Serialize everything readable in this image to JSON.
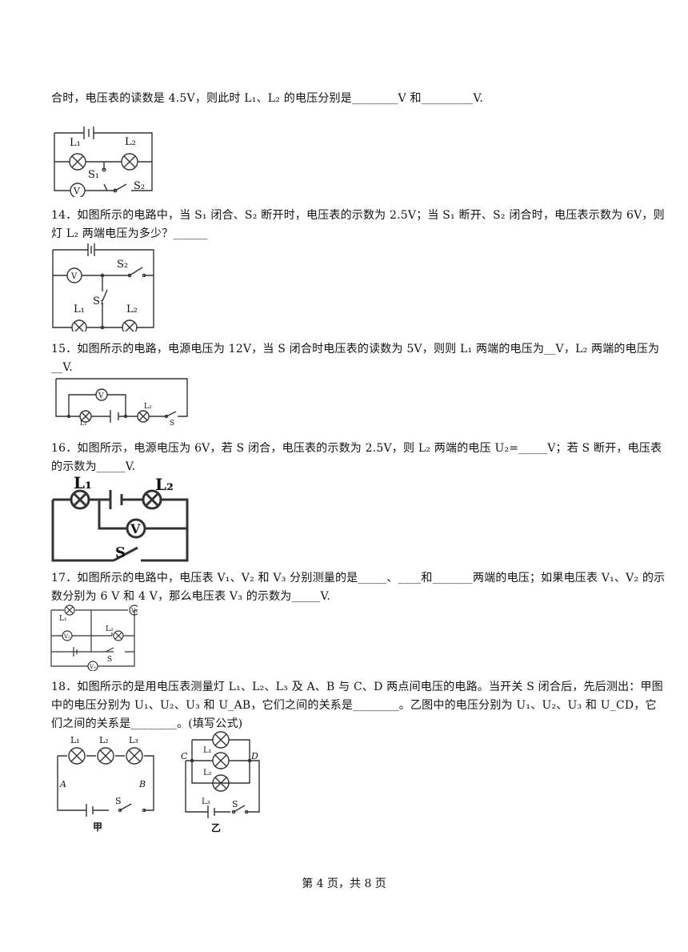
{
  "q13_tail": "合时，电压表的读数是 4.5V，则此时 L₁、L₂ 的电压分别是________V 和_________V.",
  "q14_text": "14．如图所示的电路中，当 S₁ 闭合、S₂ 断开时，电压表的示数为 2.5V；当 S₁ 断开、S₂ 闭合时，电压表示数为 6V，则灯 L₂ 两端电压为多少？______",
  "q15_text": "15．如图所示的电路，电源电压为 12V，当 S 闭合时电压表的读数为 5V，则则 L₁ 两端的电压为__V，L₂ 两端的电压为__V.",
  "q16_text": "16．如图所示，电源电压为 6V，若 S 闭合，电压表的示数为 2.5V，则 L₂ 两端的电压 U₂=_____V；若 S 断开，电压表的示数为_____V.",
  "q17_text": "17．如图所示的电路中，电压表 V₁、V₂ 和 V₃ 分别测量的是_____、____和_______两端的电压；如果电压表 V₁、V₂ 的示数分别为 6 V 和 4 V，那么电压表 V₃ 的示数为_____V.",
  "q18_text": "18．如图所示的是用电压表测量灯 L₁、L₂、L₃ 及 A、B 与 C、D 两点间电压的电路。当开关 S 闭合后，先后测出：甲图中的电压分别为 U₁、U₂、U₃ 和 U_AB，它们之间的关系是________。乙图中的电压分别为 U₁、U₂、U₃ 和 U_CD，它们之间的关系是________。(填写公式)",
  "fig13": {
    "l1": "L₁",
    "l2": "L₂",
    "s1": "S₁",
    "s2": "S₂",
    "v": "V"
  },
  "fig14": {
    "v": "V",
    "s2": "S₂",
    "s1": "S₁",
    "l1": "L₁",
    "l2": "L₂"
  },
  "fig15": {
    "v": "V",
    "l1": "L₁",
    "l2": "L₂",
    "s": "S"
  },
  "fig16": {
    "l1": "L₁",
    "l2": "L₂",
    "v": "V",
    "s": "S"
  },
  "fig17": {
    "v1": "V₁",
    "v2": "V₂",
    "v3": "V₃",
    "l1": "L₁",
    "l2": "L₂",
    "s": "S"
  },
  "fig18a": {
    "l1": "L₁",
    "l2": "L₂",
    "l3": "L₃",
    "a": "A",
    "b": "B",
    "s": "S",
    "caption": "甲"
  },
  "fig18b": {
    "c": "C",
    "d": "D",
    "l1": "L₁",
    "l2": "L₂",
    "l3": "L₃",
    "s": "S",
    "caption": "乙"
  },
  "footer": "第 4 页，共 8 页"
}
